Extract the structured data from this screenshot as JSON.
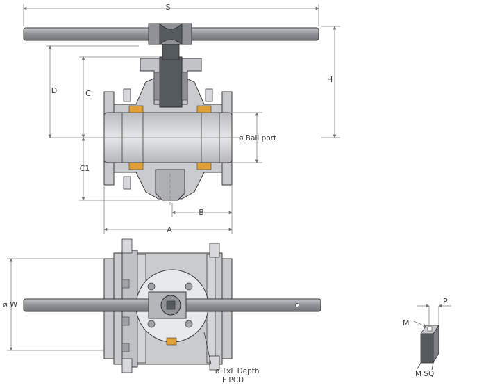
{
  "dimensions": {
    "S": "S",
    "H": "H",
    "D": "D",
    "C": "C",
    "C1": "C1",
    "B": "B",
    "A": "A",
    "W": "ø W",
    "P": "P",
    "M": "M"
  },
  "labels": {
    "ball_port": "ø Ball port",
    "tapping_line1": "ø TxL Depth",
    "tapping_line2": "F PCD",
    "stem_square": "M SQ"
  },
  "colors": {
    "body": "#c9cbcd",
    "body_dark": "#8d9093",
    "bore": "#d8dadc",
    "seat": "#e0a035",
    "stem": "#555a5e",
    "handle": "#9a9ea2",
    "line": "#3a3a3a",
    "dim_line": "#7f7f7f"
  }
}
